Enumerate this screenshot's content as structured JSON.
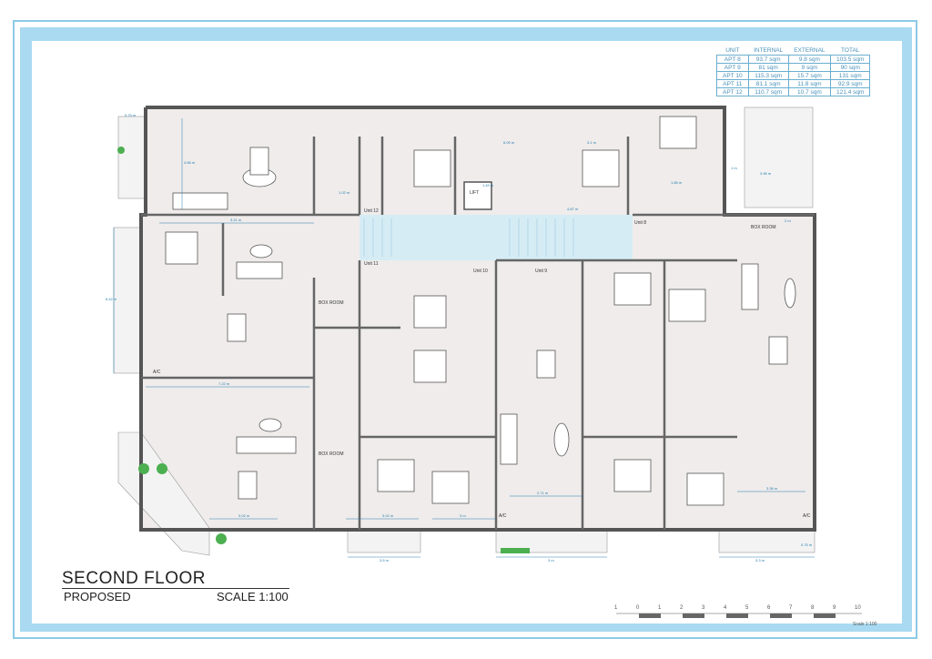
{
  "title": "SECOND FLOOR",
  "subtitle": "PROPOSED",
  "scale": "SCALE 1:100",
  "area_table": {
    "headers": [
      "UNIT",
      "INTERNAL",
      "EXTERNAL",
      "TOTAL"
    ],
    "rows": [
      [
        "APT 8",
        "93.7 sqm",
        "9.8 sqm",
        "103.5 sqm"
      ],
      [
        "APT 9",
        "81 sqm",
        "9 sqm",
        "90 sqm"
      ],
      [
        "APT 10",
        "115.3 sqm",
        "15.7 sqm",
        "131 sqm"
      ],
      [
        "APT 11",
        "81.1 sqm",
        "11.8 sqm",
        "92.9 sqm"
      ],
      [
        "APT 12",
        "110.7 sqm",
        "10.7 sqm",
        "121.4 sqm"
      ]
    ]
  },
  "rooms": {
    "unit12": "Unit 12",
    "unit11": "Unit 11",
    "unit10": "Unit 10",
    "unit9": "Unit 9",
    "unit8": "Unit 8",
    "lift": "LIFT",
    "box_room_a": "BOX ROOM",
    "box_room_b": "BOX ROOM",
    "box_room_c": "BOX ROOM",
    "ac_a": "A/C",
    "ac_b": "A/C",
    "ac_c": "A/C"
  },
  "dimensions": {
    "d1": "0.75 m",
    "d2": "4.66 m",
    "d3": "3.21 m",
    "d4": "6.42 m",
    "d5": "7.22 m",
    "d6": "3.02 m",
    "d7": "3.02 m",
    "d8": "3 m",
    "d9": "3.5 m",
    "d10": "3 m",
    "d11": "2.71 m",
    "d12": "3.36 m",
    "d13": "3.3 m",
    "d14": "0.75 m",
    "d15": "2 m",
    "d16": "3.96 m",
    "d17": "1.02 m",
    "d18": "4.87 m",
    "d19": "1.85 m",
    "d20": "3.1 m",
    "d21": "6.09 m",
    "d22": "1 m",
    "d23": "1.49 m"
  },
  "scalebar": {
    "ticks": [
      "1",
      "0",
      "1",
      "2",
      "3",
      "4",
      "5",
      "6",
      "7",
      "8",
      "9",
      "10"
    ],
    "label": "Scale 1:100"
  }
}
